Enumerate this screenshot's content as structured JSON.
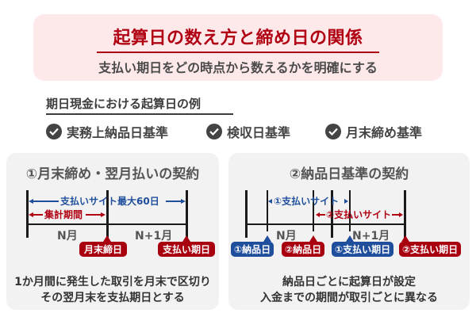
{
  "header": {
    "title": "起算日の数え方と締め日の関係",
    "subtitle": "支払い期日をどの時点から数えるかを明確にする"
  },
  "examples": {
    "label": "期日現金における起算日の例",
    "items": [
      {
        "label": "実務上納品日基準",
        "icon": "check-circle-icon"
      },
      {
        "label": "検収日基準",
        "icon": "check-circle-icon"
      },
      {
        "label": "月末締め基準",
        "icon": "check-circle-icon"
      }
    ]
  },
  "card1": {
    "title": "①月末締め・翌月払いの契約",
    "site_label": "支払いサイト最大60日",
    "period_label": "集計期間",
    "months": [
      "N月",
      "N+1月"
    ],
    "tags": [
      "月末締日",
      "支払い期日"
    ],
    "desc_line1": "1か月間に発生した取引を月末で区切り",
    "desc_line2": "その翌月末を支払期日とする"
  },
  "card2": {
    "title": "②納品日基準の契約",
    "site1_label": "①支払いサイト",
    "site2_label": "②支払いサイト",
    "months": [
      "N月",
      "N+1月"
    ],
    "tags": [
      "①納品日",
      "②納品日",
      "①支払い期日",
      "②支払い期日"
    ],
    "desc_line1": "納品日ごとに起算日が設定",
    "desc_line2": "入金までの期間が取引ごとに異なる"
  },
  "colors": {
    "accent_red": "#b00012",
    "accent_blue": "#1f4e9c",
    "header_bg": "#fde8ea",
    "card_bg": "#f2f2f2"
  }
}
